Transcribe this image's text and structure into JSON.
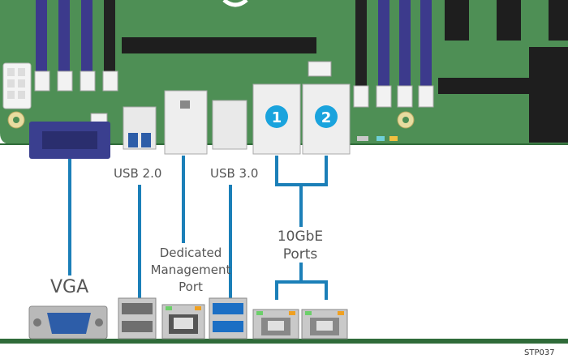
{
  "labels": {
    "usb2": "USB 2.0",
    "usb3": "USB 3.0",
    "vga": "VGA",
    "tengbe_line1": "10GbE",
    "tengbe_line2": "Ports",
    "mgmt_line1": "Dedicated",
    "mgmt_line2": "Management",
    "mgmt_line3": "Port",
    "port1_number": "1",
    "port2_number": "2",
    "figure_code": "STP037"
  },
  "colors": {
    "board": "#4e8f55",
    "board_edge": "#2f6b39",
    "connector_line": "#1b7fb8",
    "vga_body": "#3a3f8f",
    "usb3_blue": "#1c6fc4",
    "port_badge": "#1aa3dd",
    "dimm_purple": "#3c3a8c",
    "label_text": "#555555"
  },
  "icons": [
    "vga-connector-icon",
    "usb2-connector-icon",
    "usb3-connector-icon",
    "rj45-management-icon",
    "rj45-10gbe-icon"
  ]
}
